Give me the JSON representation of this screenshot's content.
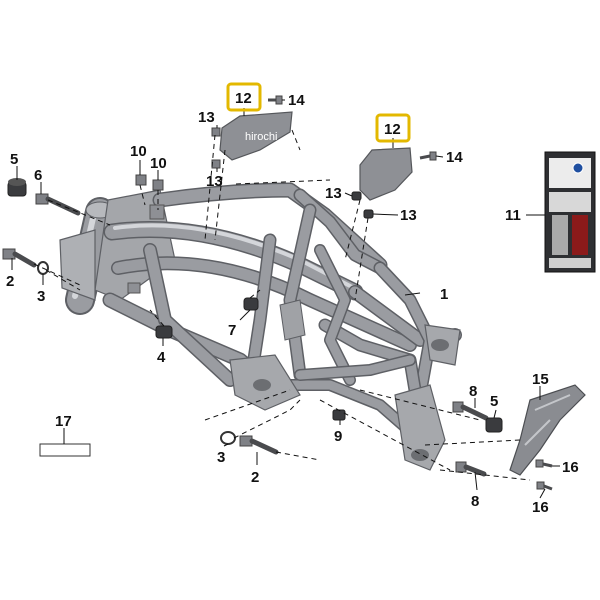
{
  "diagram": {
    "watermark": "hirochi",
    "callouts": [
      {
        "id": "c1",
        "label": "1"
      },
      {
        "id": "c2a",
        "label": "2"
      },
      {
        "id": "c2b",
        "label": "2"
      },
      {
        "id": "c3a",
        "label": "3"
      },
      {
        "id": "c3b",
        "label": "3"
      },
      {
        "id": "c4",
        "label": "4"
      },
      {
        "id": "c5a",
        "label": "5"
      },
      {
        "id": "c5b",
        "label": "5"
      },
      {
        "id": "c6",
        "label": "6"
      },
      {
        "id": "c7",
        "label": "7"
      },
      {
        "id": "c8a",
        "label": "8"
      },
      {
        "id": "c8b",
        "label": "8"
      },
      {
        "id": "c9",
        "label": "9"
      },
      {
        "id": "c10a",
        "label": "10"
      },
      {
        "id": "c10b",
        "label": "10"
      },
      {
        "id": "c11",
        "label": "11"
      },
      {
        "id": "c12a",
        "label": "12",
        "highlighted": true
      },
      {
        "id": "c12b",
        "label": "12",
        "highlighted": true
      },
      {
        "id": "c13a",
        "label": "13"
      },
      {
        "id": "c13b",
        "label": "13"
      },
      {
        "id": "c13c",
        "label": "13"
      },
      {
        "id": "c13d",
        "label": "13"
      },
      {
        "id": "c14a",
        "label": "14"
      },
      {
        "id": "c14b",
        "label": "14"
      },
      {
        "id": "c15",
        "label": "15"
      },
      {
        "id": "c16a",
        "label": "16"
      },
      {
        "id": "c16b",
        "label": "16"
      },
      {
        "id": "c17",
        "label": "17"
      }
    ],
    "colors": {
      "frame": "#9a9ca1",
      "highlight": "#e3b800",
      "label": "#111111"
    }
  }
}
